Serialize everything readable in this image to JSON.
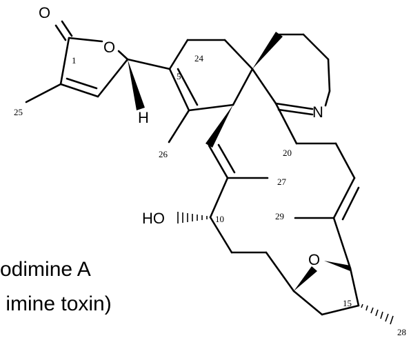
{
  "caption": {
    "line1": "odimine A",
    "line2": " imine toxin)"
  },
  "atoms": {
    "carbonyl_o": "O",
    "ring_o": "O",
    "h": "H",
    "n": "N",
    "ho": "HO",
    "ether_o": "O"
  },
  "numbers": [
    "1",
    "5",
    "10",
    "15",
    "20",
    "24",
    "25",
    "26",
    "27",
    "28",
    "29"
  ]
}
